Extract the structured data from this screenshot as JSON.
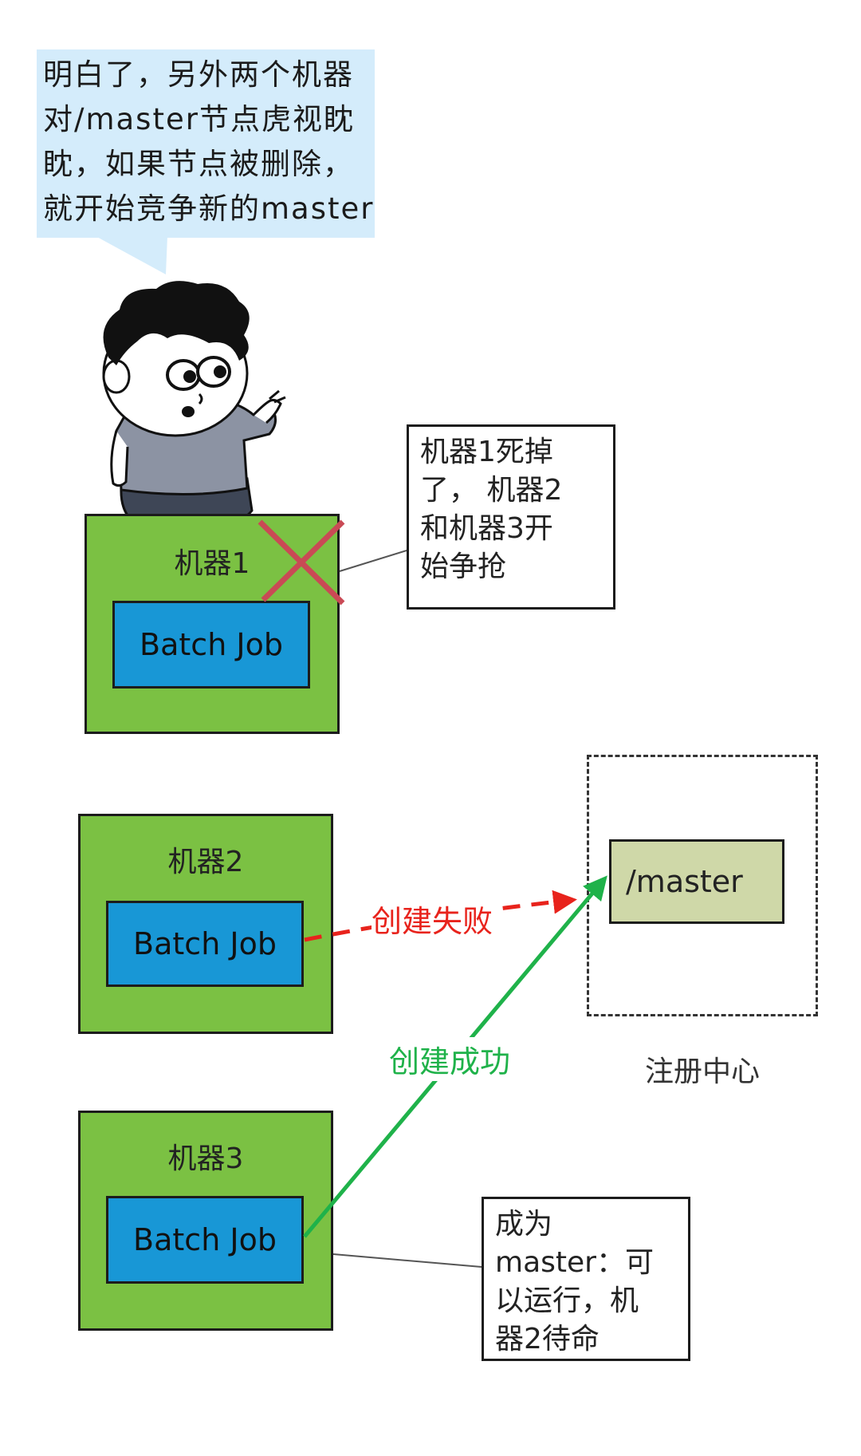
{
  "speech_bubble": {
    "text": "明白了，另外两个机器\n对/master节点虎视眈\n眈，如果节点被删除，\n就开始竞争新的master"
  },
  "machines": [
    {
      "label": "机器1",
      "job": "Batch Job"
    },
    {
      "label": "机器2",
      "job": "Batch Job"
    },
    {
      "label": "机器3",
      "job": "Batch Job"
    }
  ],
  "notes": {
    "machine1_dead": "机器1死掉\n了， 机器2\n和机器3开\n始争抢",
    "became_master": "成为\nmaster：可\n以运行，机\n器2待命"
  },
  "registry": {
    "node": "/master",
    "label": "注册中心"
  },
  "edges": {
    "fail_label": "创建失败",
    "success_label": "创建成功"
  },
  "colors": {
    "machine_bg": "#7bc143",
    "job_bg": "#1897d6",
    "master_bg": "#cfd8a8",
    "fail": "#e8231c",
    "success": "#1fb24a",
    "cross": "#c94a55",
    "bubble": "#d4ecfb"
  }
}
